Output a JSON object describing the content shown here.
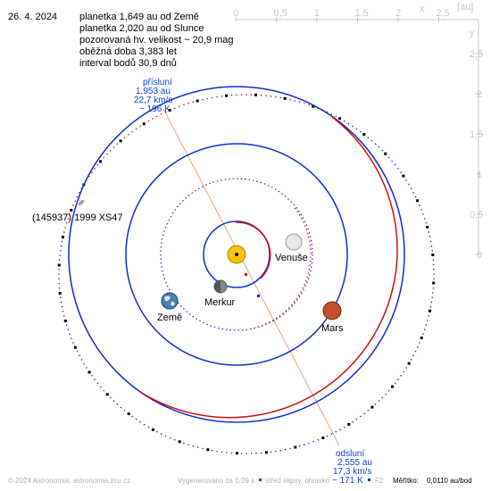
{
  "header": {
    "date": "26. 4. 2024",
    "info_lines": [
      "planetka 1,649 au od Země",
      "planetka 2,020 au od Slunce",
      "pozorovaná hv. velikost ~ 20,9 mag",
      "oběžná doba 3,383 let",
      "interval bodů 30,9 dnů"
    ]
  },
  "scale_axes": {
    "unit_label": "[au]",
    "x_label": "x",
    "y_label": "y",
    "x_ticks": [
      "0",
      "0,5",
      "1",
      "1,5",
      "2",
      "2,5"
    ],
    "y_ticks": [
      "2,5",
      "2",
      "1,5",
      "1",
      "0,5",
      "0"
    ]
  },
  "bodies": {
    "asteroid": "(145937) 1999 XS47",
    "venus": "Venuše",
    "mercury": "Merkur",
    "earth": "Země",
    "mars": "Mars"
  },
  "perihelion": {
    "title": "přísluní",
    "distance": "1,953 au",
    "speed": "22,7 km/s",
    "temp": "~ 196 K"
  },
  "aphelion": {
    "title": "odsluní",
    "distance": "2,555 au",
    "speed": "17,3 km/s",
    "temp": "~ 171 K"
  },
  "footer": {
    "copyright": "© 2024 Astronomia, astronomia.zcu.cz",
    "generated": "Vygenerováno za 0,09 s",
    "legend_center": "střed elipsy, ohnisko",
    "legend_f2": "F2",
    "scale_label": "Měřítko:",
    "scale_value": "0,0110 au/bod"
  },
  "colors": {
    "orbit_blue": "#1030d0",
    "orbit_red": "#d01010",
    "dotted_blue": "#1030d0",
    "axis_gray": "#c8c8c8",
    "line_salmon": "#f0a080"
  }
}
